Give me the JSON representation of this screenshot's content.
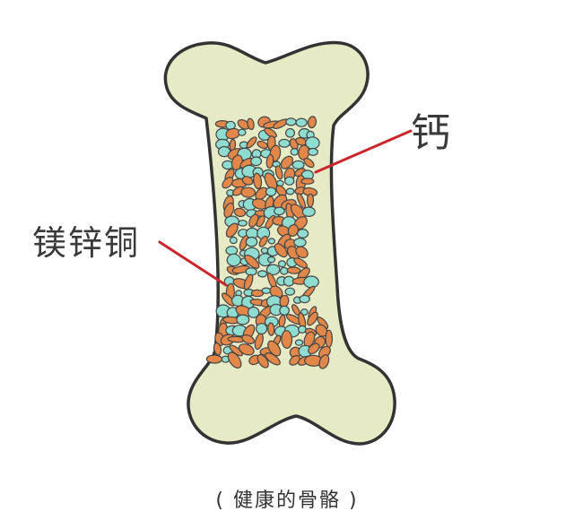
{
  "labels": {
    "calcium": "钙",
    "magnesium_zinc_copper": "镁锌铜"
  },
  "caption": "( 健康的骨骼 )",
  "colors": {
    "bone_fill": "#e6ebc6",
    "outline": "#333333",
    "mineral_orange": "#e2874a",
    "mineral_cyan": "#8fdcd0",
    "pointer_line": "#c8282d"
  },
  "icons": [
    "bone-illustration"
  ]
}
